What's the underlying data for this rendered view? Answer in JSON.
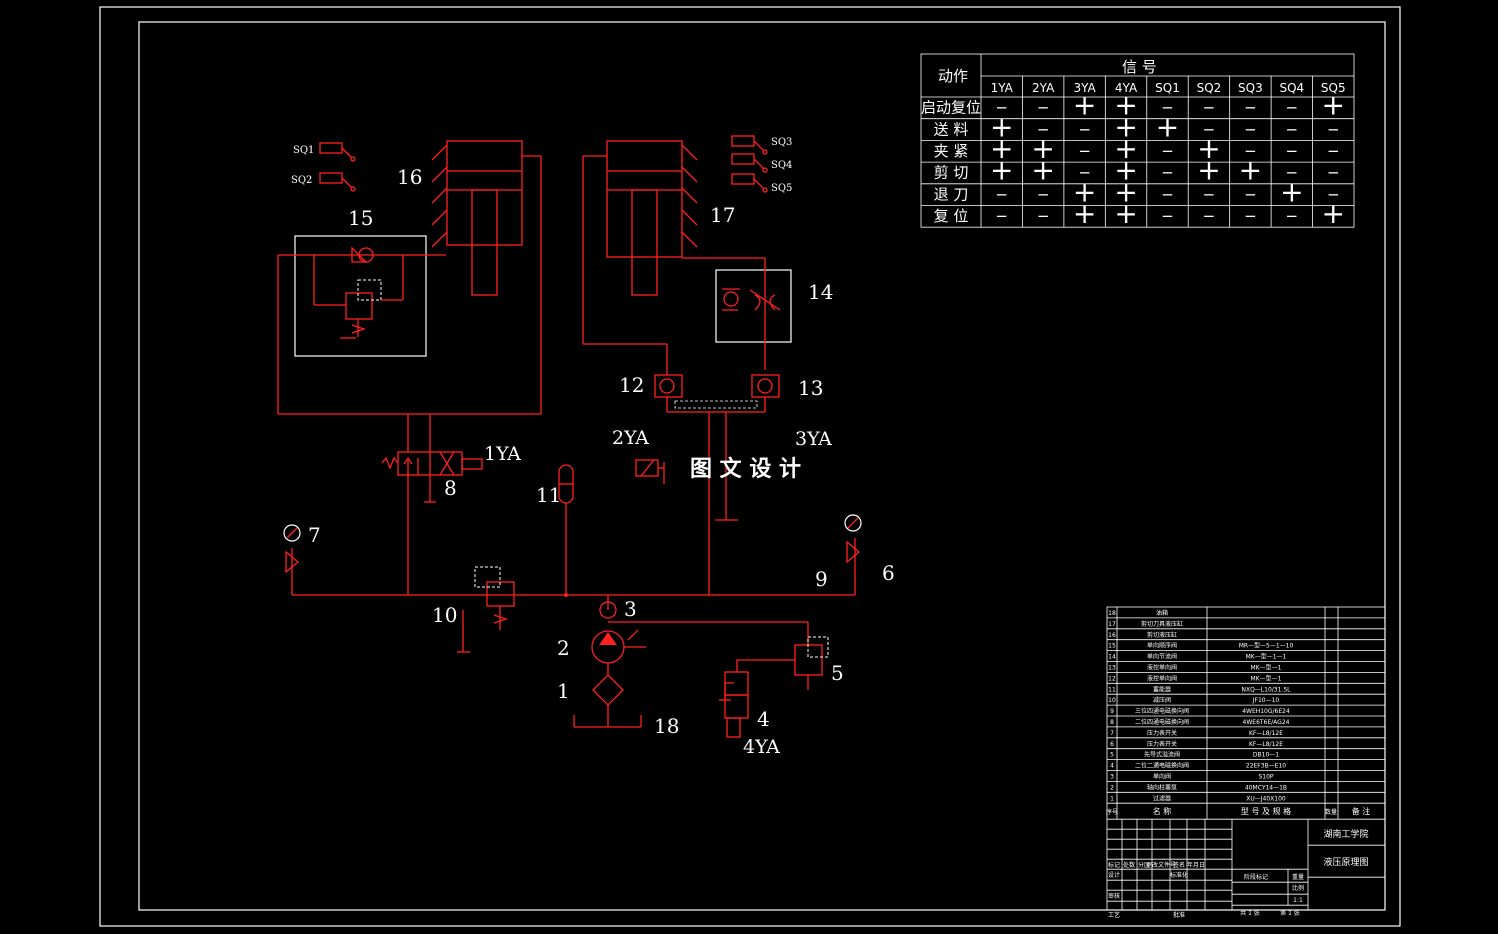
{
  "drawing": {
    "watermark": "图 文 设 计",
    "labels": [
      "1",
      "2",
      "3",
      "4",
      "5",
      "6",
      "7",
      "8",
      "9",
      "10",
      "11",
      "12",
      "13",
      "14",
      "15",
      "16",
      "17",
      "18"
    ],
    "solenoids": [
      "1YA",
      "2YA",
      "3YA",
      "4YA"
    ],
    "switches": [
      "SQ1",
      "SQ2",
      "SQ3",
      "SQ4",
      "SQ5"
    ]
  },
  "signal_table": {
    "action_header": "动作",
    "signal_header": "信  号",
    "columns": [
      "1YA",
      "2YA",
      "3YA",
      "4YA",
      "SQ1",
      "SQ2",
      "SQ3",
      "SQ4",
      "SQ5"
    ],
    "rows": [
      {
        "name": "启动复位",
        "cells": [
          "−",
          "−",
          "+",
          "+",
          "−",
          "−",
          "−",
          "−",
          "+"
        ]
      },
      {
        "name": "送  料",
        "cells": [
          "+",
          "−",
          "−",
          "+",
          "+",
          "−",
          "−",
          "−",
          "−"
        ]
      },
      {
        "name": "夹  紧",
        "cells": [
          "+",
          "+",
          "−",
          "+",
          "−",
          "+",
          "−",
          "−",
          "−"
        ]
      },
      {
        "name": "剪  切",
        "cells": [
          "+",
          "+",
          "−",
          "+",
          "−",
          "+",
          "+",
          "−",
          "−"
        ]
      },
      {
        "name": "退  刀",
        "cells": [
          "−",
          "−",
          "+",
          "+",
          "−",
          "−",
          "−",
          "+",
          "−"
        ]
      },
      {
        "name": "复  位",
        "cells": [
          "−",
          "−",
          "+",
          "+",
          "−",
          "−",
          "−",
          "−",
          "+"
        ]
      }
    ]
  },
  "parts_list": {
    "rows": [
      {
        "no": "18",
        "name": "油箱",
        "spec": ""
      },
      {
        "no": "17",
        "name": "剪切刀具液压缸",
        "spec": ""
      },
      {
        "no": "16",
        "name": "剪切液压缸",
        "spec": ""
      },
      {
        "no": "15",
        "name": "单向顺序阀",
        "spec": "MR—型—5—1—10"
      },
      {
        "no": "14",
        "name": "单向节流阀",
        "spec": "MK—型—1—1"
      },
      {
        "no": "13",
        "name": "液控单向阀",
        "spec": "MK—型—1"
      },
      {
        "no": "12",
        "name": "液控单向阀",
        "spec": "MK—型—1"
      },
      {
        "no": "11",
        "name": "蓄能器",
        "spec": "NXQ—L10/31.5L"
      },
      {
        "no": "10",
        "name": "减压阀",
        "spec": "JF10—10"
      },
      {
        "no": "9",
        "name": "三位四通电磁换向阀",
        "spec": "4WEH10G/6E24"
      },
      {
        "no": "8",
        "name": "二位四通电磁换向阀",
        "spec": "4WE6T6E/AG24"
      },
      {
        "no": "7",
        "name": "压力表开关",
        "spec": "KF—L8/12E"
      },
      {
        "no": "6",
        "name": "压力表开关",
        "spec": "KF—L8/12E"
      },
      {
        "no": "5",
        "name": "先导式溢流阀",
        "spec": "DB10—1"
      },
      {
        "no": "4",
        "name": "二位二通电磁换向阀",
        "spec": "22EF3B—E10"
      },
      {
        "no": "3",
        "name": "单向阀",
        "spec": "S10P"
      },
      {
        "no": "2",
        "name": "轴向柱塞泵",
        "spec": "40MCY14—1B"
      },
      {
        "no": "1",
        "name": "过滤器",
        "spec": "XU—J40X100"
      }
    ],
    "header": {
      "no": "序号",
      "name": "名    称",
      "spec": "型 号 及 规 格",
      "qty": "数量",
      "note": "备  注"
    }
  },
  "title_block": {
    "school": "湖南工学院",
    "drawing_name": "液压原理图",
    "row_labels": [
      "标记",
      "处数",
      "分区",
      "更改文件号",
      "签名",
      "年月日"
    ],
    "left_labels": [
      "设计",
      "审核",
      "工艺"
    ],
    "mid_labels": [
      "标准化",
      "",
      "批准"
    ],
    "stage": "阶段标记",
    "weight": "重量",
    "scale": "比例",
    "scale_val": "1:1",
    "sheets": "共 1 张",
    "sheet_no": "第 1 张"
  }
}
